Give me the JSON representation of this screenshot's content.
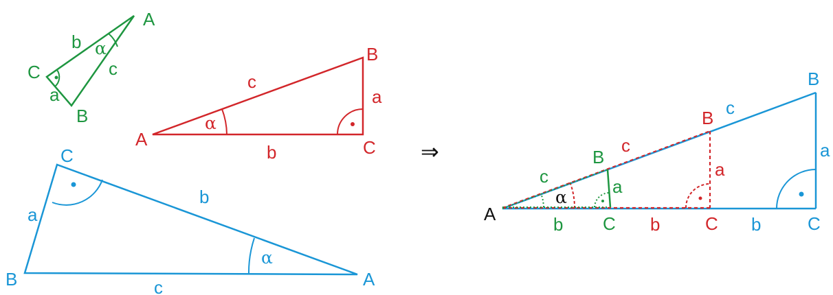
{
  "colors": {
    "green": "#1e9640",
    "red": "#d2262a",
    "blue": "#1a96d6",
    "black": "#111111"
  },
  "symbols": {
    "implies": "⇒"
  },
  "green_triangle": {
    "vertex_a": "A",
    "vertex_b": "B",
    "vertex_c": "C",
    "side_a": "a",
    "side_b": "b",
    "side_c": "c",
    "angle": "α"
  },
  "red_triangle": {
    "vertex_a": "A",
    "vertex_b": "B",
    "vertex_c": "C",
    "side_a": "a",
    "side_b": "b",
    "side_c": "c",
    "angle": "α"
  },
  "blue_triangle": {
    "vertex_a": "A",
    "vertex_b": "B",
    "vertex_c": "C",
    "side_a": "a",
    "side_b": "b",
    "side_c": "c",
    "angle": "α"
  },
  "combined": {
    "vertex_a": "A",
    "angle": "α",
    "green": {
      "vertex_b": "B",
      "vertex_c": "C",
      "side_a": "a",
      "side_b": "b",
      "side_c": "c"
    },
    "red": {
      "vertex_b": "B",
      "vertex_c": "C",
      "side_a": "a",
      "side_b": "b",
      "side_c": "c"
    },
    "blue": {
      "vertex_b": "B",
      "vertex_c": "C",
      "side_a": "a",
      "side_b": "b",
      "side_c": "c"
    }
  }
}
